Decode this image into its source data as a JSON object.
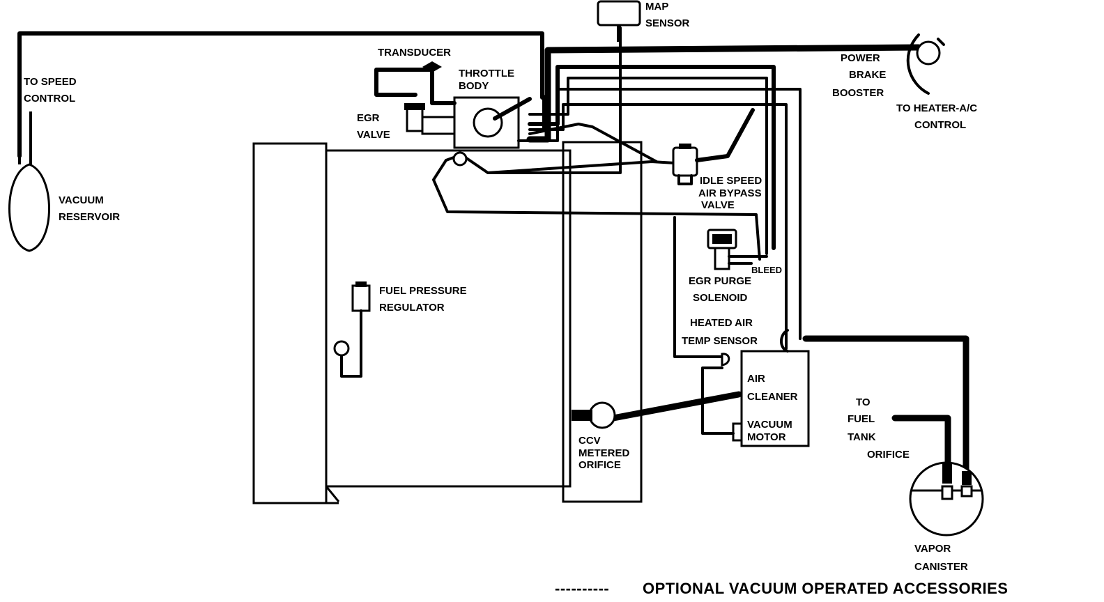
{
  "labels": {
    "map_sensor": [
      "MAP",
      "SENSOR"
    ],
    "transducer": "TRANSDUCER",
    "throttle_body": [
      "THROTTLE",
      "BODY"
    ],
    "power_brake_booster": [
      "POWER",
      "BRAKE",
      "BOOSTER"
    ],
    "heater_ac": [
      "TO HEATER-A/C",
      "CONTROL"
    ],
    "speed_control": [
      "TO SPEED",
      "CONTROL"
    ],
    "egr_valve": [
      "EGR",
      "VALVE"
    ],
    "vacuum_reservoir": [
      "VACUUM",
      "RESERVOIR"
    ],
    "idle_speed": [
      "IDLE SPEED",
      "AIR BYPASS",
      "VALVE"
    ],
    "bleed": "BLEED",
    "egr_purge": [
      "EGR PURGE",
      "SOLENOID"
    ],
    "heated_air": [
      "HEATED AIR",
      "TEMP SENSOR"
    ],
    "fuel_pressure": [
      "FUEL PRESSURE",
      "REGULATOR"
    ],
    "air_cleaner": [
      "AIR",
      "CLEANER"
    ],
    "vacuum_motor": [
      "VACUUM",
      "MOTOR"
    ],
    "to_fuel_tank": [
      "TO",
      "FUEL",
      "TANK"
    ],
    "orifice": "ORIFICE",
    "ccv": [
      "CCV",
      "METERED",
      "ORIFICE"
    ],
    "vapor_canister": [
      "VAPOR",
      "CANISTER"
    ]
  },
  "legend": {
    "dashes": "----------",
    "text": "OPTIONAL VACUUM OPERATED ACCESSORIES"
  }
}
